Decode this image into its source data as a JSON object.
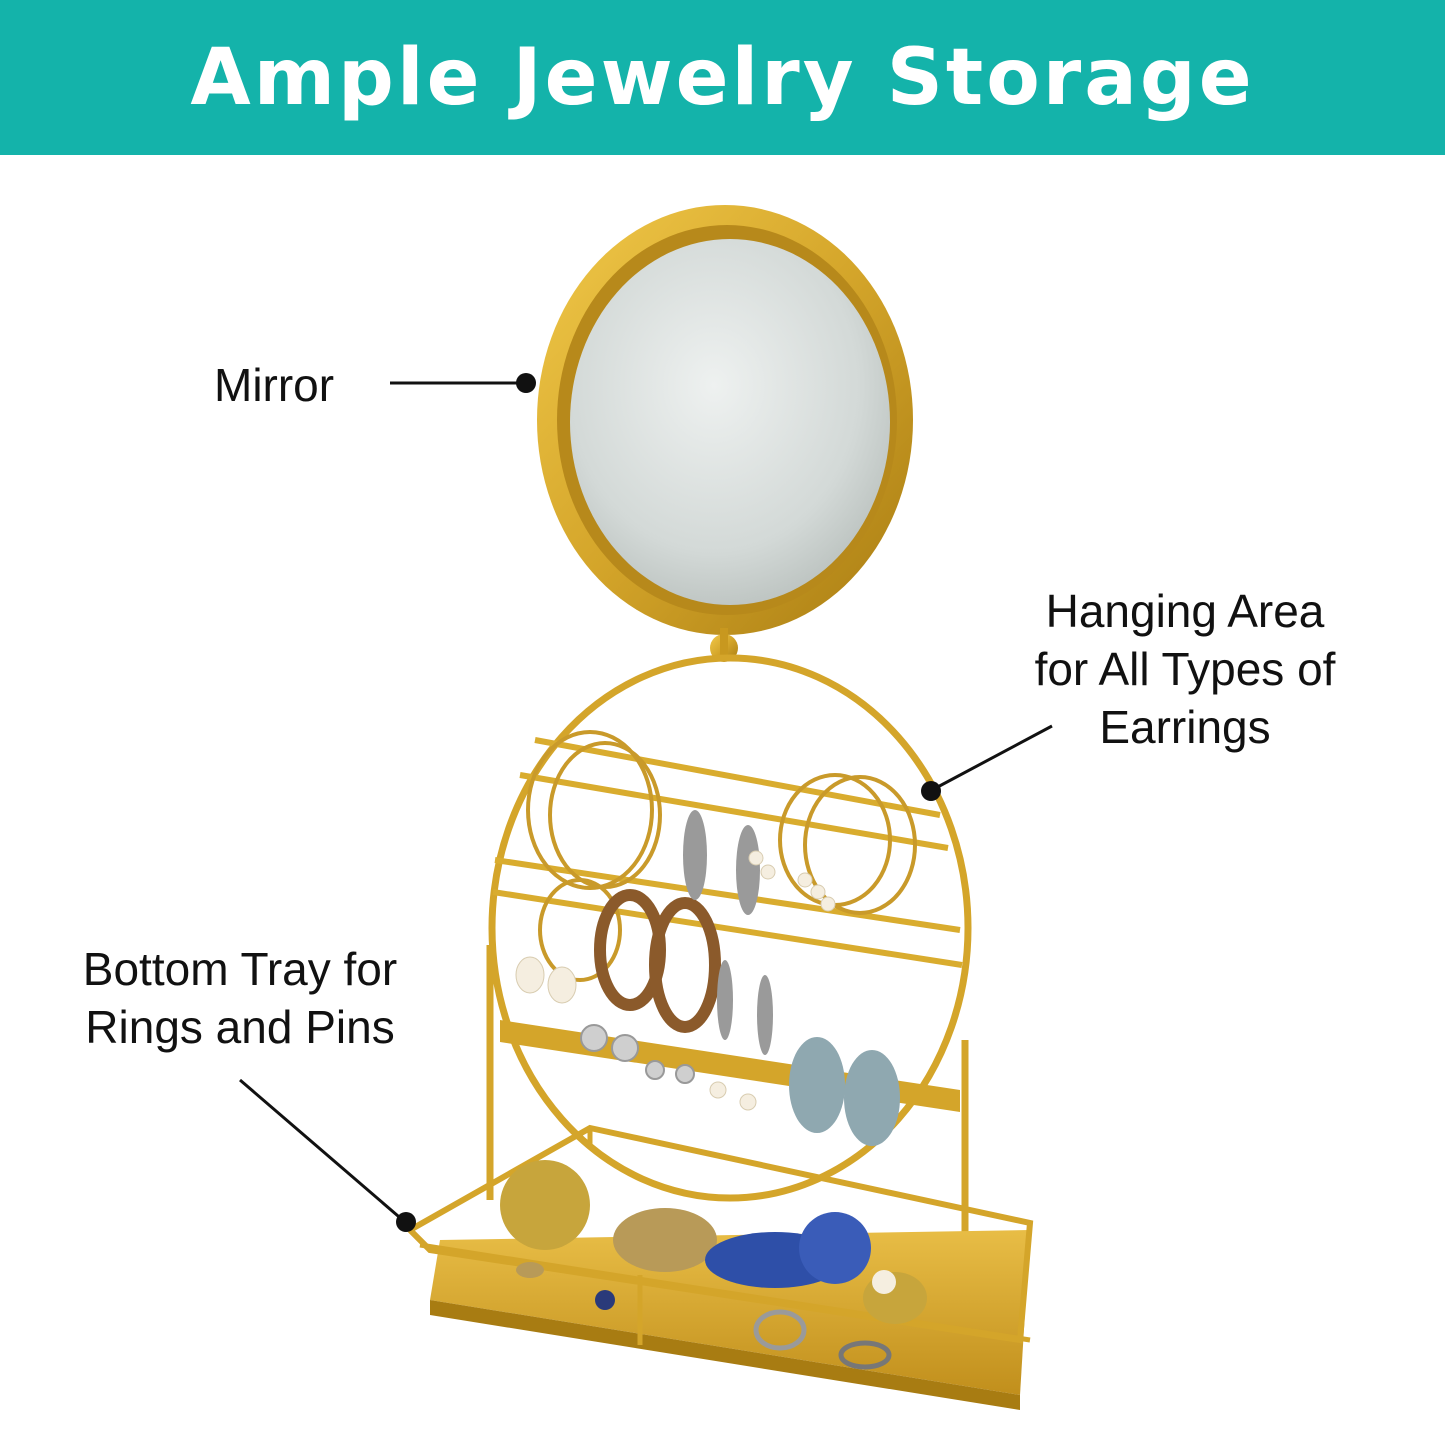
{
  "banner": {
    "title": "Ample Jewelry Storage",
    "background_color": "#14b3aa",
    "text_color": "#ffffff"
  },
  "callouts": {
    "mirror": {
      "label": "Mirror"
    },
    "hanging_area": {
      "lines": [
        "Hanging Area",
        "for All Types of",
        "Earrings"
      ]
    },
    "bottom_tray": {
      "lines": [
        "Bottom Tray for",
        "Rings and Pins"
      ]
    }
  },
  "colors": {
    "gold": "#d4a52a",
    "gold_dark": "#a87c12",
    "mirror_glass": "#d6dcda",
    "callout_line": "#111111"
  }
}
